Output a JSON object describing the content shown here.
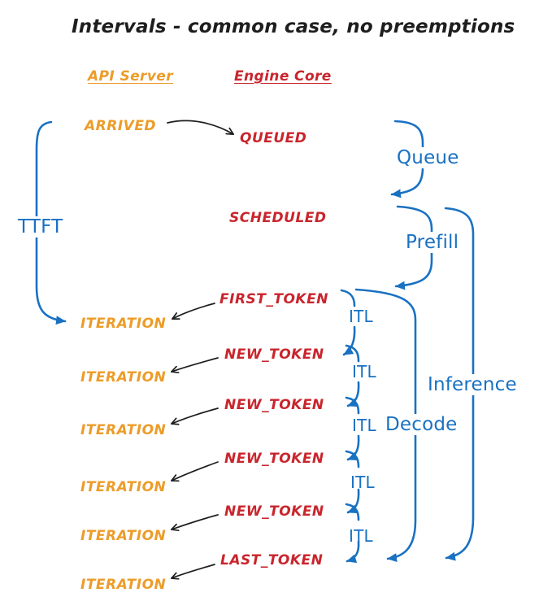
{
  "title": "Intervals - common case, no preemptions",
  "columns": {
    "api_server": "API Server",
    "engine_core": "Engine Core"
  },
  "api_events": [
    {
      "label": "ARRIVED"
    },
    {
      "label": "ITERATION"
    },
    {
      "label": "ITERATION"
    },
    {
      "label": "ITERATION"
    },
    {
      "label": "ITERATION"
    },
    {
      "label": "ITERATION"
    },
    {
      "label": "ITERATION"
    }
  ],
  "engine_events": [
    {
      "label": "QUEUED"
    },
    {
      "label": "SCHEDULED"
    },
    {
      "label": "FIRST_TOKEN"
    },
    {
      "label": "NEW_TOKEN"
    },
    {
      "label": "NEW_TOKEN"
    },
    {
      "label": "NEW_TOKEN"
    },
    {
      "label": "NEW_TOKEN"
    },
    {
      "label": "LAST_TOKEN"
    }
  ],
  "intervals": {
    "ttft": "TTFT",
    "queue": "Queue",
    "prefill": "Prefill",
    "decode": "Decode",
    "inference": "Inference",
    "itl_labels": [
      "ITL",
      "ITL",
      "ITL",
      "ITL",
      "ITL"
    ]
  },
  "colors": {
    "api_orange": "#ec9c28",
    "engine_red": "#c9252d",
    "interval_blue": "#1971c2",
    "ink_black": "#1e1e1e"
  }
}
